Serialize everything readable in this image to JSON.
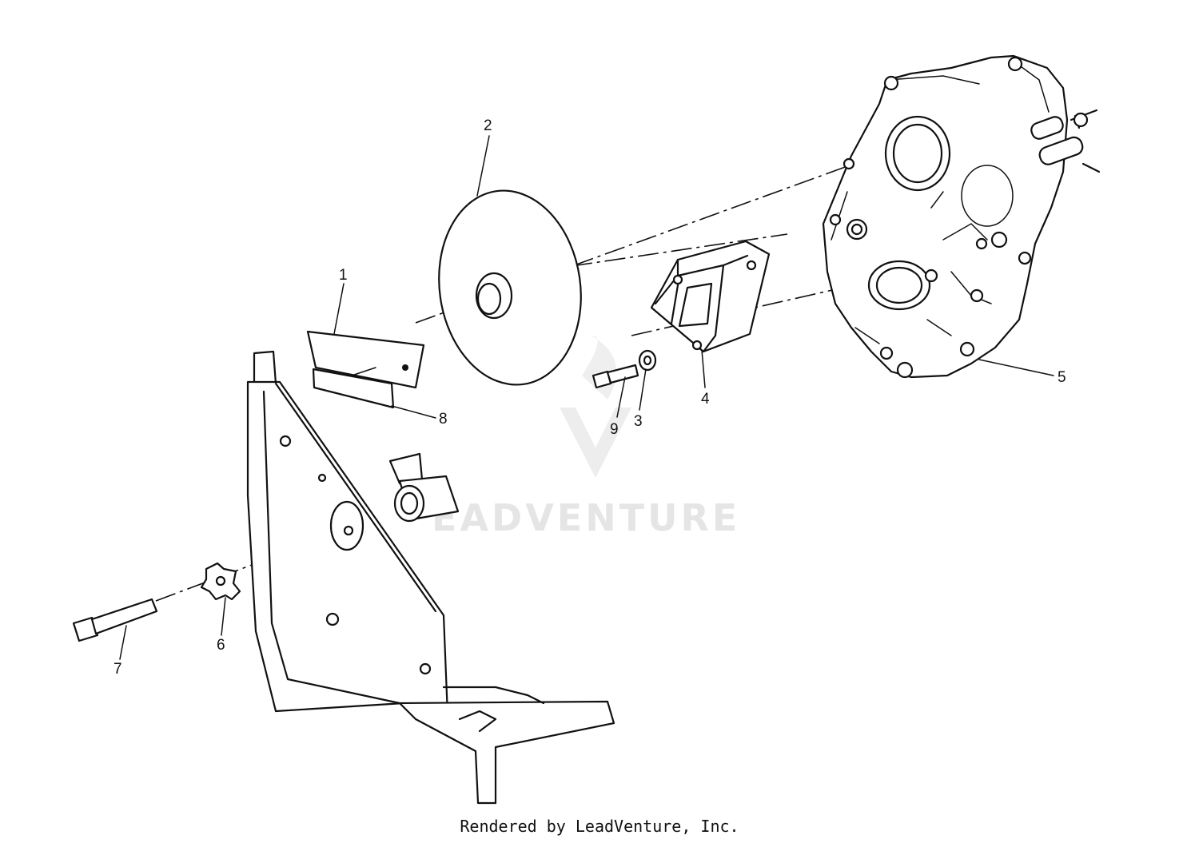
{
  "diagram": {
    "callouts": [
      {
        "id": "1",
        "label": "1"
      },
      {
        "id": "2",
        "label": "2"
      },
      {
        "id": "3",
        "label": "3"
      },
      {
        "id": "4",
        "label": "4"
      },
      {
        "id": "5",
        "label": "5"
      },
      {
        "id": "6",
        "label": "6"
      },
      {
        "id": "7",
        "label": "7"
      },
      {
        "id": "8",
        "label": "8"
      },
      {
        "id": "9",
        "label": "9"
      }
    ],
    "watermark": "EADVENTURE",
    "footer": "Rendered by LeadVenture, Inc.",
    "colors": {
      "line": "#111111",
      "background": "#ffffff",
      "watermark": "#cfcfcf"
    }
  }
}
